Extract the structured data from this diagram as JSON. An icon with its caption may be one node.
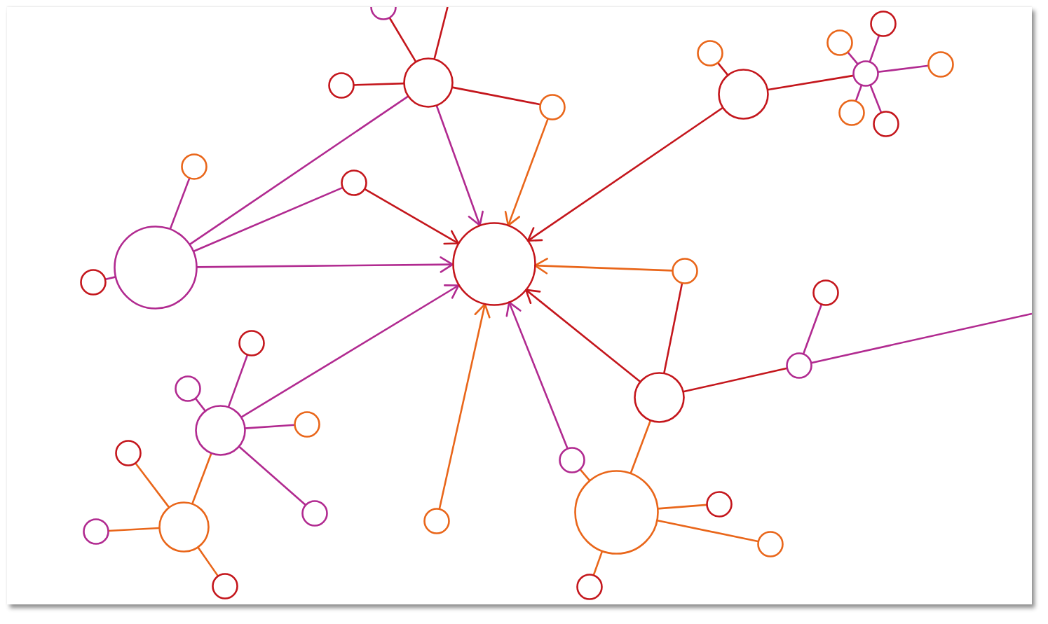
{
  "diagram": {
    "nodes": [
      {
        "text": [],
        "shape": "circle"
      },
      {
        "text": [],
        "shape": "circle"
      },
      {
        "text": [],
        "shape": "circle"
      },
      {
        "text": [],
        "shape": "circle"
      },
      {
        "text": [],
        "shape": "circle"
      },
      {
        "text": [],
        "shape": "circle"
      },
      {
        "text": [],
        "shape": "circle"
      },
      {
        "text": [],
        "shape": "circle"
      },
      {
        "text": [],
        "shape": "circle"
      },
      {
        "text": [],
        "shape": "circle"
      },
      {
        "text": [],
        "shape": "circle"
      },
      {
        "text": [],
        "shape": "circle"
      },
      {
        "text": [],
        "shape": "circle"
      },
      {
        "text": [],
        "shape": "circle"
      },
      {
        "text": [],
        "shape": "circle"
      },
      {
        "text": [],
        "shape": "circle"
      },
      {
        "text": [],
        "shape": "circle"
      },
      {
        "text": [],
        "shape": "circle"
      },
      {
        "text": [],
        "shape": "circle"
      },
      {
        "text": [],
        "shape": "circle"
      },
      {
        "text": [],
        "shape": "circle"
      },
      {
        "text": [],
        "shape": "circle"
      },
      {
        "text": [],
        "shape": "circle"
      },
      {
        "text": [],
        "shape": "circle"
      },
      {
        "text": [],
        "shape": "circle"
      },
      {
        "text": [],
        "shape": "circle"
      },
      {
        "text": [],
        "shape": "circle"
      },
      {
        "text": [],
        "shape": "circle"
      },
      {
        "text": [],
        "shape": "circle"
      },
      {
        "text": [],
        "shape": "circle"
      },
      {
        "text": [],
        "shape": "circle"
      },
      {
        "text": [],
        "shape": "circle"
      },
      {
        "text": [],
        "shape": "circle"
      },
      {
        "text": [],
        "shape": "circle"
      },
      {
        "text": [],
        "shape": "circle"
      },
      {
        "text": [],
        "shape": "circle"
      }
    ],
    "edges": [
      {
        "from": 1,
        "to": 0,
        "arrow": "none",
        "color": "#c4161c"
      },
      {
        "from": null,
        "to": 1,
        "arrow": "none",
        "color": "#c4161c"
      },
      {
        "from": 1,
        "to": 2,
        "arrow": "none",
        "color": "#c4161c"
      },
      {
        "from": 1,
        "to": 3,
        "arrow": "none",
        "color": "#c4161c"
      },
      {
        "from": 5,
        "to": 4,
        "arrow": "none",
        "color": "#c4161c"
      },
      {
        "from": 5,
        "to": 8,
        "arrow": "none",
        "color": "#c4161c"
      },
      {
        "from": 8,
        "to": 6,
        "arrow": "none"
      },
      {
        "from": 8,
        "to": 7,
        "arrow": "none"
      },
      {
        "from": 8,
        "to": 9,
        "arrow": "none"
      },
      {
        "from": 8,
        "to": 10,
        "arrow": "none"
      },
      {
        "from": 8,
        "to": 11,
        "arrow": "none"
      },
      {
        "from": 14,
        "to": 12,
        "arrow": "none"
      },
      {
        "from": 14,
        "to": 1,
        "arrow": "none"
      },
      {
        "from": 14,
        "to": 13,
        "arrow": "none"
      },
      {
        "from": 14,
        "to": 15,
        "arrow": "none"
      },
      {
        "from": 14,
        "to": 16,
        "arrow": "to"
      },
      {
        "from": 1,
        "to": 16,
        "arrow": "to"
      },
      {
        "from": 3,
        "to": 16,
        "arrow": "to",
        "color": "#e9661a"
      },
      {
        "from": 13,
        "to": 16,
        "arrow": "to",
        "color": "#c4161c"
      },
      {
        "from": 5,
        "to": 16,
        "arrow": "to",
        "color": "#c4161c"
      },
      {
        "from": 17,
        "to": 16,
        "arrow": "to",
        "color": "#e9661a"
      },
      {
        "from": 22,
        "to": 16,
        "arrow": "to",
        "color": "#c4161c"
      },
      {
        "from": 26,
        "to": 16,
        "arrow": "to"
      },
      {
        "from": 30,
        "to": 16,
        "arrow": "to",
        "color": "#e9661a"
      },
      {
        "from": 24,
        "to": 16,
        "arrow": "to"
      },
      {
        "from": 22,
        "to": 17,
        "arrow": "none",
        "color": "#c4161c"
      },
      {
        "from": 22,
        "to": 20,
        "arrow": "none",
        "color": "#c4161c"
      },
      {
        "from": 20,
        "to": 18,
        "arrow": "none"
      },
      {
        "from": 20,
        "to": null,
        "arrow": "none"
      },
      {
        "from": 24,
        "to": 19,
        "arrow": "none"
      },
      {
        "from": 24,
        "to": 21,
        "arrow": "none"
      },
      {
        "from": 24,
        "to": 23,
        "arrow": "none"
      },
      {
        "from": 24,
        "to": 29,
        "arrow": "none"
      },
      {
        "from": 31,
        "to": 24,
        "arrow": "none",
        "color": "#e9661a"
      },
      {
        "from": 31,
        "to": 25,
        "arrow": "none",
        "color": "#e9661a"
      },
      {
        "from": 31,
        "to": 32,
        "arrow": "none",
        "color": "#e9661a"
      },
      {
        "from": 31,
        "to": 35,
        "arrow": "none",
        "color": "#e9661a"
      },
      {
        "from": 27,
        "to": 26,
        "arrow": "none",
        "color": "#e9661a"
      },
      {
        "from": 27,
        "to": 22,
        "arrow": "none",
        "color": "#e9661a"
      },
      {
        "from": 27,
        "to": 28,
        "arrow": "none",
        "color": "#e9661a"
      },
      {
        "from": 27,
        "to": 33,
        "arrow": "none",
        "color": "#e9661a"
      },
      {
        "from": 27,
        "to": 34,
        "arrow": "none",
        "color": "#e9661a"
      }
    ]
  }
}
